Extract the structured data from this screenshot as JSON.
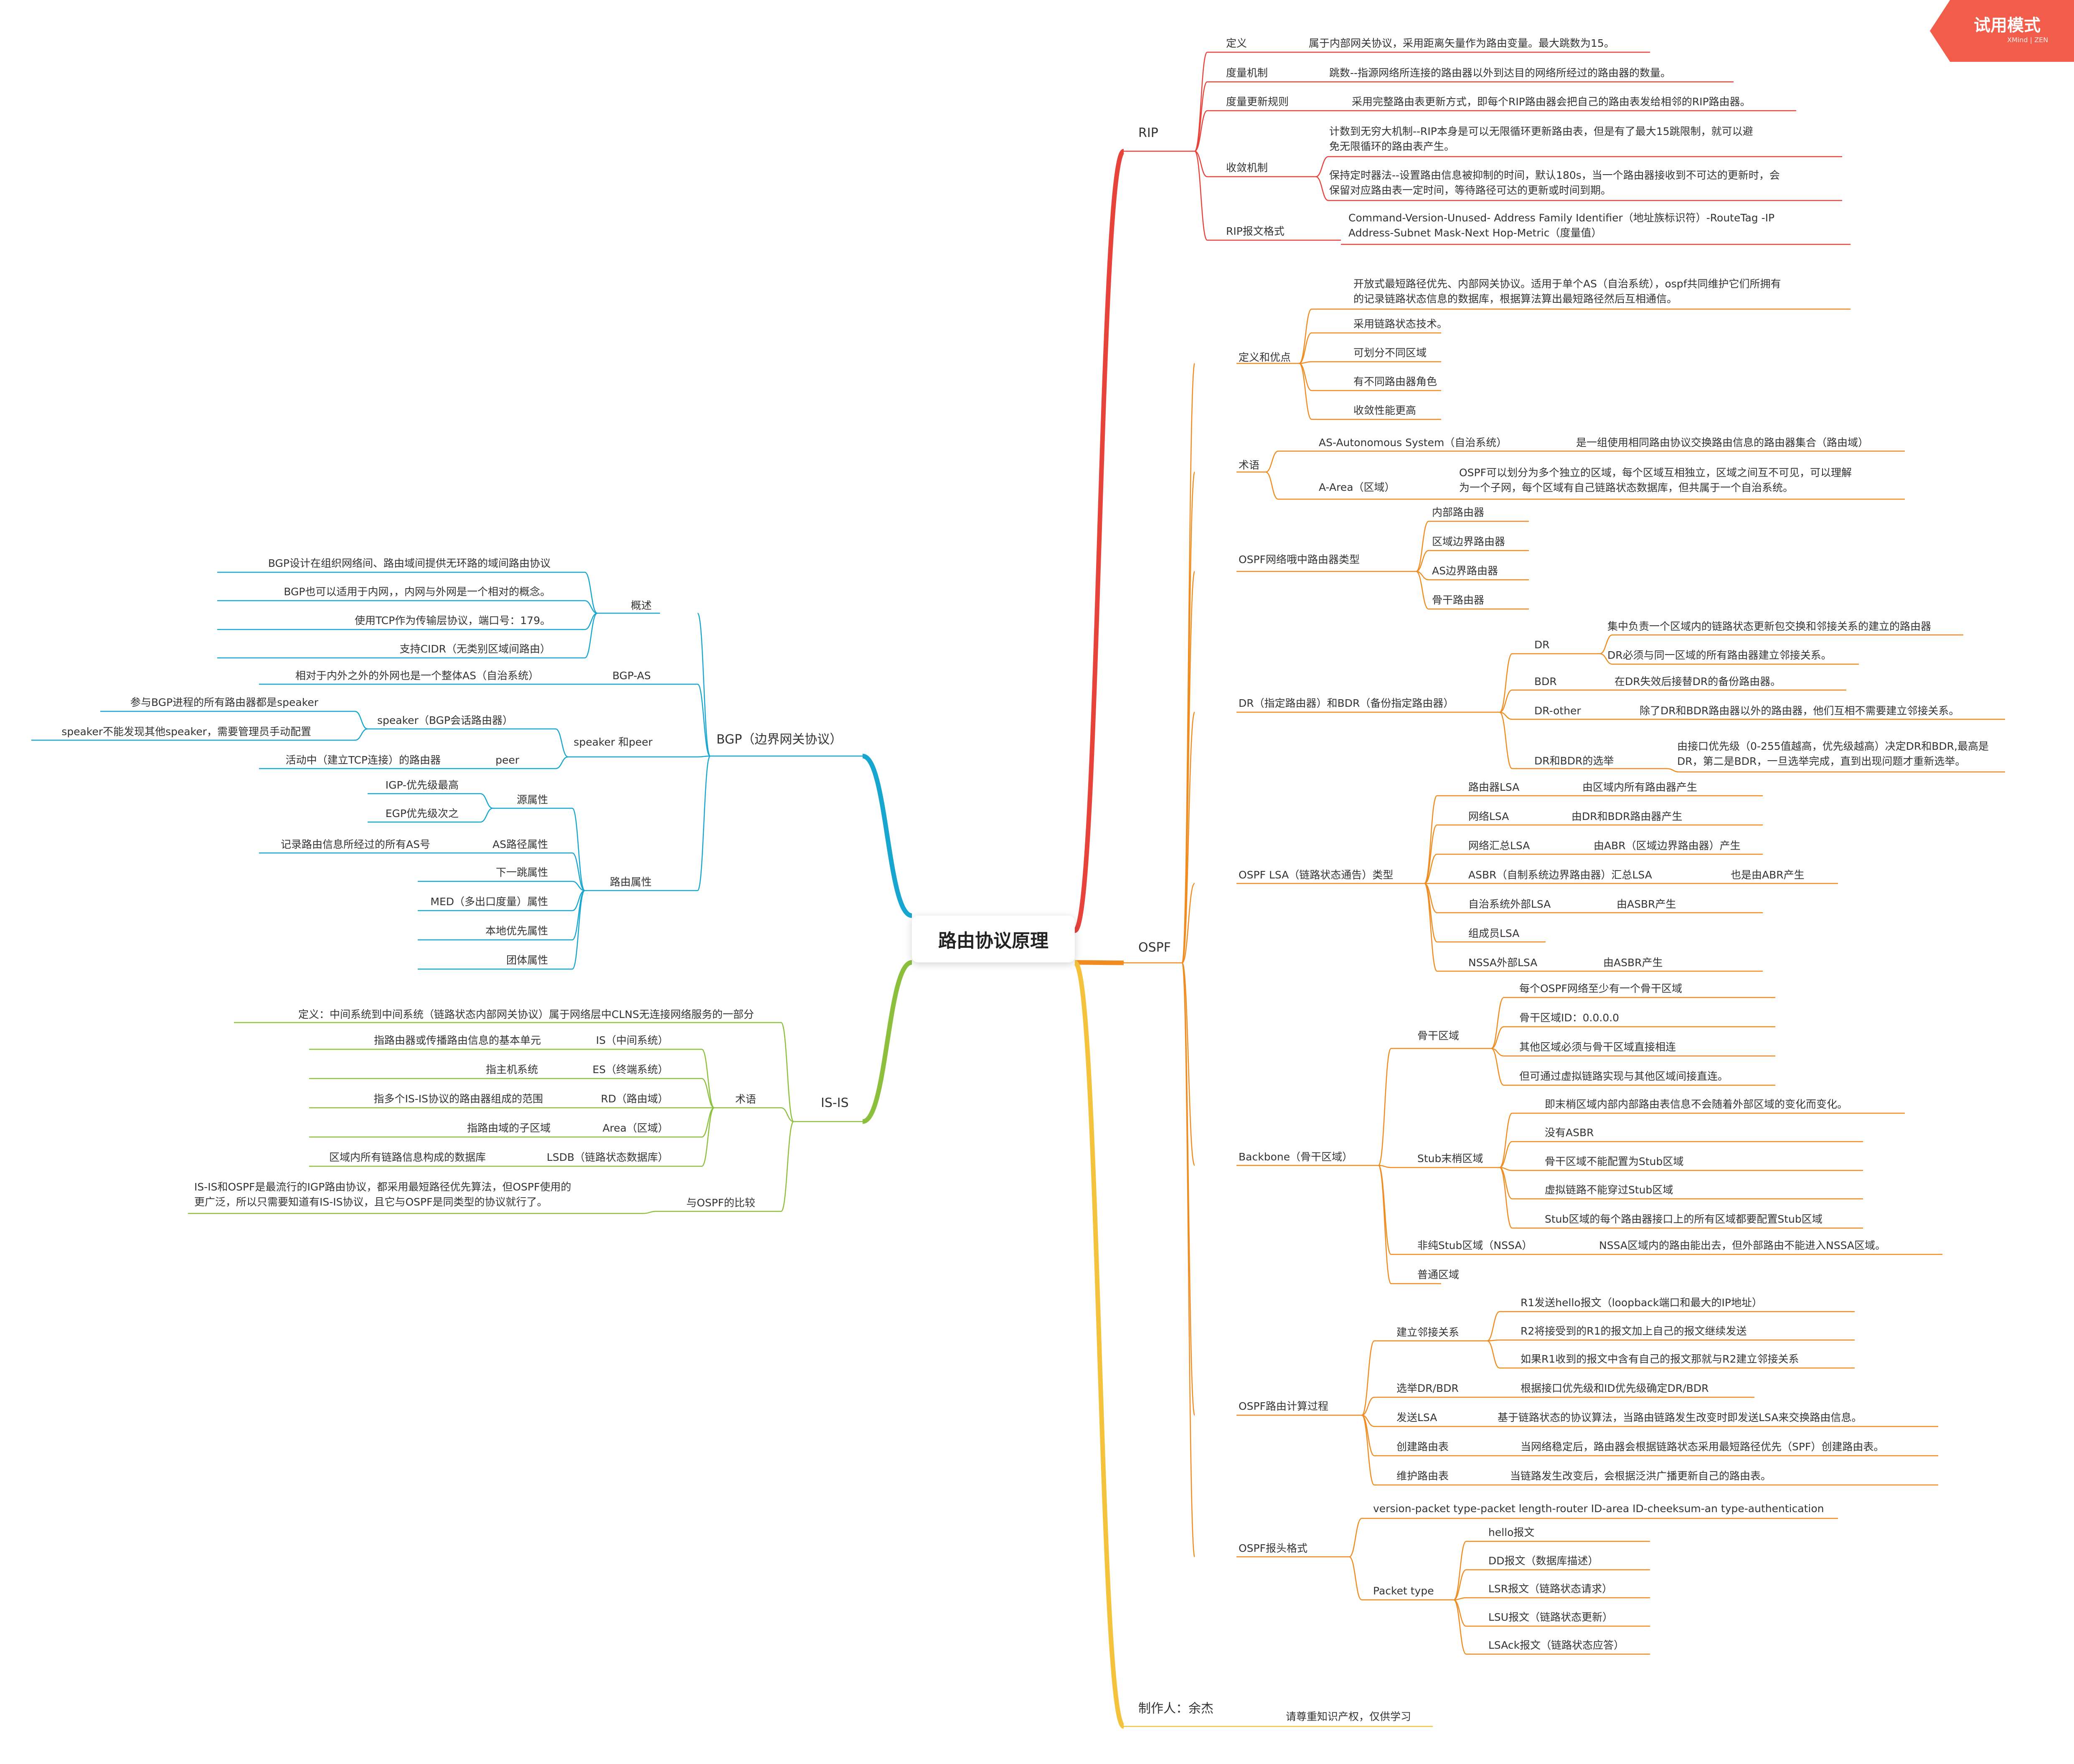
{
  "root": "路由协议原理",
  "trial_badge": {
    "title": "试用模式",
    "brand": "XMind | ZEN"
  },
  "colors": {
    "rip": "#e8433a",
    "ospf": "#f08c1f",
    "bgp": "#16a6cf",
    "isis": "#8bbf3c",
    "author": "#f5c33b",
    "author_text": "#e0574f"
  },
  "rip": {
    "label": "RIP",
    "def_label": "定义",
    "def_text": "属于内部网关协议，采用距离矢量作为路由变量。最大跳数为15。",
    "metric_label": "度量机制",
    "metric_text": "跳数--指源网络所连接的路由器以外到达目的网络所经过的路由器的数量。",
    "update_label": "度量更新规则",
    "update_text": "采用完整路由表更新方式，即每个RIP路由器会把自己的路由表发给相邻的RIP路由器。",
    "conv_label": "收敛机制",
    "conv1": [
      "计数到无穷大机制--RIP本身是可以无限循环更新路由表，但是有了最大15跳限制，就可以避",
      "免无限循环的路由表产生。"
    ],
    "conv2": [
      "保持定时器法--设置路由信息被抑制的时间，默认180s，当一个路由器接收到不可达的更新时，会",
      "保留对应路由表一定时间，等待路径可达的更新或时间到期。"
    ],
    "format_label": "RIP报文格式",
    "format_text": [
      "Command-Version-Unused- Address Family Identifier（地址族标识符）-RouteTag -IP",
      "Address-Subnet Mask-Next Hop-Metric（度量值）"
    ]
  },
  "ospf": {
    "label": "OSPF",
    "def": {
      "label": "定义和优点",
      "intro": [
        "开放式最短路径优先、内部网关协议。适用于单个AS（自治系统），ospf共同维护它们所拥有",
        "的记录链路状态信息的数据库，根据算法算出最短路径然后互相通信。"
      ],
      "items": [
        "采用链路状态技术。",
        "可划分不同区域",
        "有不同路由器角色",
        "收敛性能更高"
      ]
    },
    "terms": {
      "label": "术语",
      "as_label": "AS-Autonomous System（自治系统）",
      "as_text": "是一组使用相同路由协议交换路由信息的路由器集合（路由域）",
      "area_label": "A-Area（区域）",
      "area_text": [
        "OSPF可以划分为多个独立的区域，每个区域互相独立，区域之间互不可见，可以理解",
        "为一个子网，每个区域有自己链路状态数据库，但共属于一个自治系统。"
      ]
    },
    "router_types": {
      "label": "OSPF网络哦中路由器类型",
      "items": [
        "内部路由器",
        "区域边界路由器",
        "AS边界路由器",
        "骨干路由器"
      ]
    },
    "dr": {
      "label": "DR（指定路由器）和BDR（备份指定路由器）",
      "dr_label": "DR",
      "dr_items": [
        "集中负责一个区域内的链路状态更新包交换和邻接关系的建立的路由器",
        "DR必须与同一区域的所有路由器建立邻接关系。"
      ],
      "bdr_label": "BDR",
      "bdr_text": "在DR失效后接替DR的备份路由器。",
      "other_label": "DR-other",
      "other_text": "除了DR和BDR路由器以外的路由器，他们互相不需要建立邻接关系。",
      "elect_label": "DR和BDR的选举",
      "elect_text": [
        "由接口优先级（0-255值越高，优先级越高）决定DR和BDR,最高是",
        "DR，第二是BDR，一旦选举完成，直到出现问题才重新选举。"
      ]
    },
    "lsa": {
      "label": "OSPF LSA（链路状态通告）类型",
      "items": [
        {
          "name": "路由器LSA",
          "desc": "由区域内所有路由器产生"
        },
        {
          "name": "网络LSA",
          "desc": "由DR和BDR路由器产生"
        },
        {
          "name": "网络汇总LSA",
          "desc": "由ABR（区域边界路由器）产生"
        },
        {
          "name": "ASBR（自制系统边界路由器）汇总LSA",
          "desc": "也是由ABR产生"
        },
        {
          "name": "自治系统外部LSA",
          "desc": "由ASBR产生"
        },
        {
          "name": "组成员LSA",
          "desc": ""
        },
        {
          "name": "NSSA外部LSA",
          "desc": "由ASBR产生"
        }
      ]
    },
    "backbone": {
      "label": "Backbone（骨干区域）",
      "bb_label": "骨干区域",
      "bb_items": [
        "每个OSPF网络至少有一个骨干区域",
        "骨干区域ID：0.0.0.0",
        "其他区域必须与骨干区域直接相连",
        "但可通过虚拟链路实现与其他区域间接直连。"
      ],
      "stub_label": "Stub末梢区域",
      "stub_items": [
        "即末梢区域内部内部路由表信息不会随着外部区域的变化而变化。",
        "没有ASBR",
        "骨干区域不能配置为Stub区域",
        "虚拟链路不能穿过Stub区域",
        "Stub区域的每个路由器接口上的所有区域都要配置Stub区域"
      ],
      "nssa_label": "非纯Stub区域（NSSA）",
      "nssa_text": "NSSA区域内的路由能出去，但外部路由不能进入NSSA区域。",
      "normal_label": "普通区域"
    },
    "calc": {
      "label": "OSPF路由计算过程",
      "adj_label": "建立邻接关系",
      "adj_items": [
        "R1发送hello报文（loopback端口和最大的IP地址）",
        "R2将接受到的R1的报文加上自己的报文继续发送",
        "如果R1收到的报文中含有自己的报文那就与R2建立邻接关系"
      ],
      "steps": [
        {
          "name": "选举DR/BDR",
          "desc": "根据接口优先级和ID优先级确定DR/BDR"
        },
        {
          "name": "发送LSA",
          "desc": "基于链路状态的协议算法，当路由链路发生改变时即发送LSA来交换路由信息。"
        },
        {
          "name": "创建路由表",
          "desc": "当网络稳定后，路由器会根据链路状态采用最短路径优先（SPF）创建路由表。"
        },
        {
          "name": "维护路由表",
          "desc": "当链路发生改变后，会根据泛洪广播更新自己的路由表。"
        }
      ]
    },
    "header": {
      "label": "OSPF报头格式",
      "fields": "version-packet type-packet length-router ID-area ID-cheeksum-an type-authentication",
      "ptype_label": "Packet type",
      "ptypes": [
        "hello报文",
        "DD报文（数据库描述）",
        "LSR报文（链路状态请求）",
        "LSU报文（链路状态更新）",
        "LSAck报文（链路状态应答）"
      ]
    }
  },
  "author": {
    "label": "制作人：余杰",
    "note": "请尊重知识产权，仅供学习"
  },
  "bgp": {
    "label": "BGP（边界网关协议）",
    "overview_label": "概述",
    "overview_items": [
      "BGP设计在组织网络间、路由域间提供无环路的域间路由协议",
      "BGP也可以适用于内网，，内网与外网是一个相对的概念。",
      "使用TCP作为传输层协议，端口号：179。",
      "支持CIDR（无类别区域间路由）"
    ],
    "as_label": "BGP-AS",
    "as_text": "相对于内外之外的外网也是一个整体AS（自治系统）",
    "sp_label": "speaker 和peer",
    "speaker_label": "speaker（BGP会话路由器）",
    "speaker_items": [
      "参与BGP进程的所有路由器都是speaker",
      "speaker不能发现其他speaker，需要管理员手动配置"
    ],
    "peer_label": "peer",
    "peer_text": "活动中（建立TCP连接）的路由器",
    "attr_label": "路由属性",
    "origin_label": "源属性",
    "origin_items": [
      "IGP-优先级最高",
      "EGP优先级次之"
    ],
    "aspath_label": "AS路径属性",
    "aspath_text": "记录路由信息所经过的所有AS号",
    "attr_others": [
      "下一跳属性",
      "MED（多出口度量）属性",
      "本地优先属性",
      "团体属性"
    ]
  },
  "isis": {
    "label": "IS-IS",
    "def_text": "定义：中间系统到中间系统（链路状态内部网关协议）属于网络层中CLNS无连接网络服务的一部分",
    "terms_label": "术语",
    "terms": [
      {
        "name": "IS（中间系统）",
        "desc": "指路由器或传播路由信息的基本单元"
      },
      {
        "name": "ES（终端系统）",
        "desc": "指主机系统"
      },
      {
        "name": "RD（路由域）",
        "desc": "指多个IS-IS协议的路由器组成的范围"
      },
      {
        "name": "Area（区域）",
        "desc": "指路由域的子区域"
      },
      {
        "name": "LSDB（链路状态数据库）",
        "desc": "区域内所有链路信息构成的数据库"
      }
    ],
    "cmp_label": "与OSPF的比较",
    "cmp_text": [
      "IS-IS和OSPF是最流行的IGP路由协议，都采用最短路径优先算法，但OSPF使用的",
      "更广泛，所以只需要知道有IS-IS协议，且它与OSPF是同类型的协议就行了。"
    ]
  }
}
